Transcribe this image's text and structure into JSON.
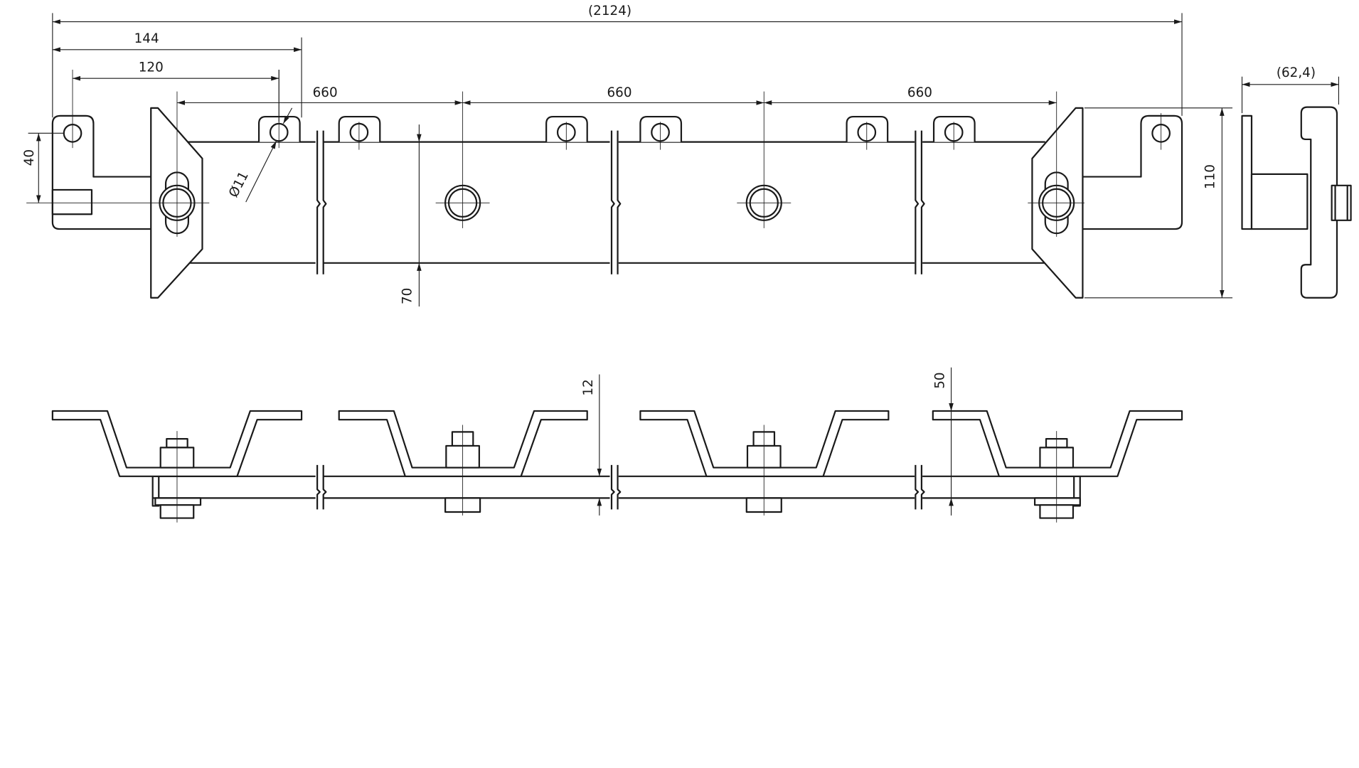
{
  "drawing": {
    "top_view": {
      "overall_length": "(2124)",
      "bracket_offset_outer": "144",
      "bracket_offset_inner": "120",
      "spacing_1": "660",
      "spacing_2": "660",
      "spacing_3": "660",
      "hole_height": "40",
      "hole_diameter": "Ø11",
      "bar_width": "70",
      "plate_height": "110"
    },
    "side_view": {
      "depth": "(62,4)"
    },
    "bottom_view": {
      "bar_thickness": "12",
      "bracket_height": "50"
    },
    "colors": {
      "line": "#1a1a1a",
      "background": "#ffffff"
    }
  }
}
